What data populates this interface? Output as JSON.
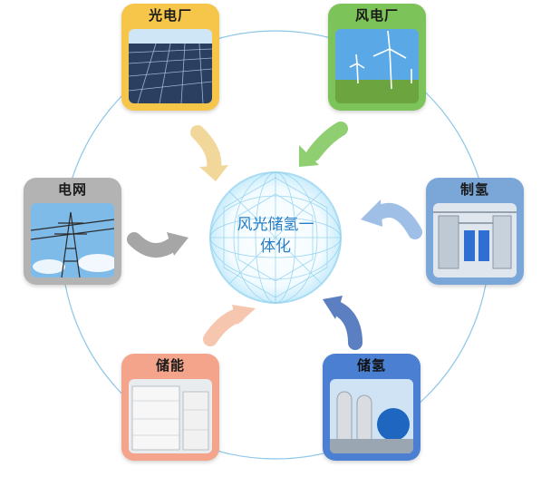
{
  "center": {
    "line1": "风光储氢一",
    "line2": "体化"
  },
  "nodes": {
    "solar": {
      "label": "光电厂",
      "color": "#f6c64a"
    },
    "wind": {
      "label": "风电厂",
      "color": "#7cc45a"
    },
    "h2prod": {
      "label": "制氢",
      "color": "#7aa6d8"
    },
    "h2store": {
      "label": "储氢",
      "color": "#4a7fd1"
    },
    "storage": {
      "label": "储能",
      "color": "#f3a48a"
    },
    "grid": {
      "label": "电网",
      "color": "#b3b3b3"
    }
  },
  "arrows": {
    "solar": "#f2d79a",
    "wind": "#8fcf72",
    "h2prod": "#9fbfe6",
    "h2store": "#5b7fc0",
    "storage": "#f6c7ae",
    "grid": "#a6a6a6"
  }
}
